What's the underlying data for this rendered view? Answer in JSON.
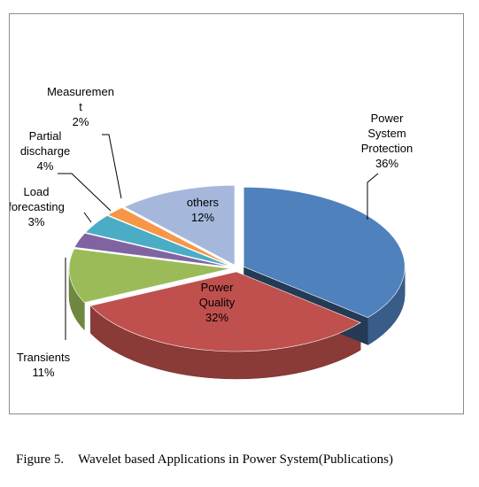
{
  "chart_data": {
    "type": "pie",
    "style": "3d-exploded",
    "title": "",
    "slices": [
      {
        "name": "Power System Protection",
        "label_lines": [
          "Power",
          "System",
          "Protection"
        ],
        "value": 36,
        "pct_label": "36%",
        "color": "#4F81BD"
      },
      {
        "name": "Power Quality",
        "label_lines": [
          "Power",
          "Quality"
        ],
        "value": 32,
        "pct_label": "32%",
        "color": "#C0504D"
      },
      {
        "name": "Transients",
        "label_lines": [
          "Transients"
        ],
        "value": 11,
        "pct_label": "11%",
        "color": "#9BBB59"
      },
      {
        "name": "Load forecasting",
        "label_lines": [
          "Load",
          "forecasting"
        ],
        "value": 3,
        "pct_label": "3%",
        "color": "#8064A2"
      },
      {
        "name": "Partial discharge",
        "label_lines": [
          "Partial",
          "discharge"
        ],
        "value": 4,
        "pct_label": "4%",
        "color": "#4BACC6"
      },
      {
        "name": "Measurement",
        "label_lines": [
          "Measuremen",
          "t"
        ],
        "value": 2,
        "pct_label": "2%",
        "color": "#F79646"
      },
      {
        "name": "others",
        "label_lines": [
          "others"
        ],
        "value": 12,
        "pct_label": "12%",
        "color": "#A5B8DC"
      }
    ],
    "legend": "none"
  },
  "caption": {
    "number": "Figure 5.",
    "text": "Wavelet based Applications in Power System(Publications)"
  }
}
